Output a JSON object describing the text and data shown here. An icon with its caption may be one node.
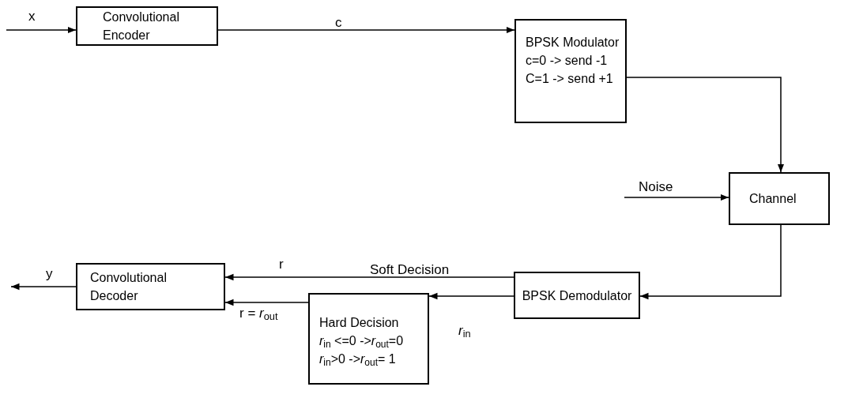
{
  "diagram": {
    "nodes": [
      {
        "text": [
          "Convolutional Encoder"
        ]
      },
      {
        "text": [
          "BPSK Modulator",
          "c=0 -> send -1",
          "C=1 -> send +1"
        ]
      },
      {
        "text": [
          "Channel"
        ]
      },
      {
        "text": [
          "BPSK Demodulator"
        ]
      },
      {
        "text": [
          "Hard Decision",
          "*r*$_{in}$ <=0 ->*r*$_{out}$=0",
          "*r*$_{in}$>0 ->*r*$_{out}$= 1"
        ]
      },
      {
        "text": [
          "Convolutional Decoder"
        ]
      }
    ],
    "edges": [
      {
        "from": null,
        "to": 0,
        "arrow": "to",
        "label": "x"
      },
      {
        "from": 0,
        "to": 1,
        "arrow": "to",
        "label": "c"
      },
      {
        "from": 1,
        "to": 2,
        "arrow": "to"
      },
      {
        "from": null,
        "to": 2,
        "arrow": "to",
        "label": "Noise"
      },
      {
        "from": 2,
        "to": 3,
        "arrow": "to"
      },
      {
        "from": 3,
        "to": 5,
        "arrow": "to",
        "label": "Soft Decision"
      },
      {
        "from": 3,
        "to": 4,
        "arrow": "to",
        "label": "*r*$_{in}$"
      },
      {
        "from": 4,
        "to": 5,
        "arrow": "to",
        "label": "r = *r*$_{out}$"
      },
      {
        "from": 5,
        "to": null,
        "arrow": "to",
        "label": "y"
      }
    ],
    "labels": [
      "r"
    ]
  }
}
